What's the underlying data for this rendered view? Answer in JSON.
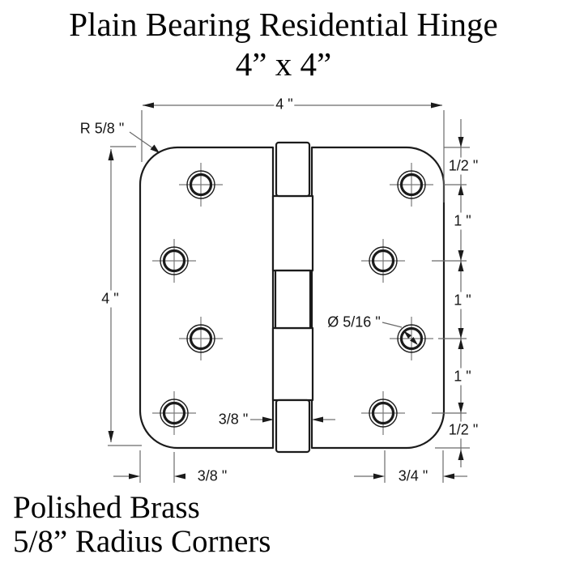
{
  "title": {
    "line1": "Plain Bearing Residential Hinge",
    "line2": "4” x 4”"
  },
  "footer": {
    "line1": "Polished Brass",
    "line2": "5/8” Radius Corners"
  },
  "dims": {
    "top_width": "4 \"",
    "left_height": "4 \"",
    "corner_radius": "R 5/8 \"",
    "hole_diameter": "Ø 5/16 \"",
    "knuckle_width": "3/8 \"",
    "bottom_left_offset": "3/8 \"",
    "bottom_right_offset": "3/4 \"",
    "right_spacings": [
      "1/2 \"",
      "1 \"",
      "1 \"",
      "1 \"",
      "1/2 \""
    ]
  }
}
